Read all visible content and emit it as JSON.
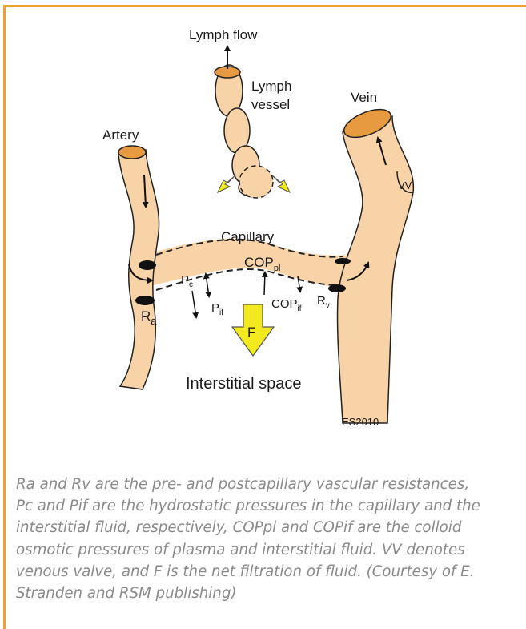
{
  "diagram": {
    "lymph_flow": "Lymph flow",
    "lymph_vessel_line1": "Lymph",
    "lymph_vessel_line2": "vessel",
    "vein": "Vein",
    "artery": "Artery",
    "vv": "VV",
    "capillary": "Capillary",
    "cop_pl": "COP",
    "cop_pl_sub": "pl",
    "pc": "P",
    "pc_sub": "c",
    "pif": "P",
    "pif_sub": "if",
    "cop_if": "COP",
    "cop_if_sub": "if",
    "ra": "R",
    "ra_sub": "a",
    "rv": "R",
    "rv_sub": "v",
    "f": "F",
    "interstitial_space": "Interstitial space",
    "signature": "ES2010"
  },
  "caption": {
    "line1": "Ra and Rv are the pre- and postcapillary vascular resistances,",
    "line2": "Pc and Pif are the hydrostatic pressures in the capillary and the",
    "line3": "interstitial fluid, respectively, COPpl and COPif are the colloid",
    "line4": "osmotic pressures of plasma and interstitial fluid. VV denotes",
    "line5": "venous valve, and F is the net filtration of fluid. (Courtesy of E.",
    "line6": "Stranden and RSM publishing)"
  },
  "colors": {
    "border": "#f0a030",
    "tissue": "#f9d3a8",
    "lumen": "#e89a40",
    "arrow_yellow": "#f2ea1e",
    "caption_text": "#8a8a8a"
  }
}
